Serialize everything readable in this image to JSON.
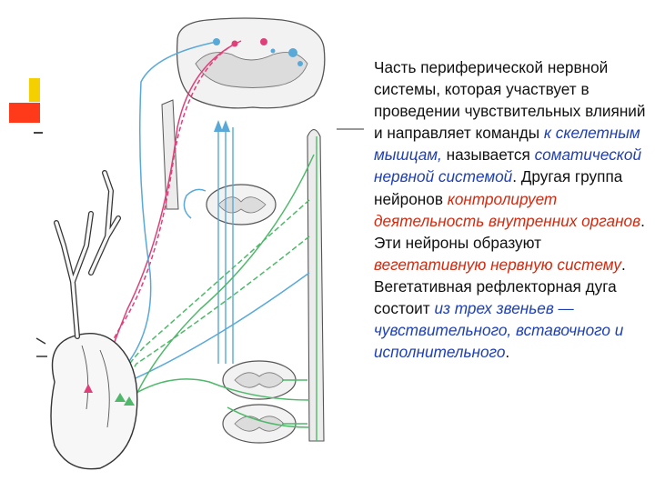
{
  "colors": {
    "blue_emphasis": "#1e3fb4",
    "red_emphasis": "#d02a10",
    "text_default": "#111111",
    "deco_yellow": "#f5d000",
    "deco_red": "#ff3a1a",
    "nerve_blue": "#59a9d8",
    "nerve_green": "#4fb86a",
    "nerve_pink": "#e0407a"
  },
  "illustration": {
    "subject": "anatomical diagram of somatic and autonomic reflex pathways"
  },
  "text": {
    "segments": [
      {
        "text": "Часть периферической нервной системы, которая участвует в проведении чувствительных влияний и направляет команды ",
        "style": "normal",
        "color": "default"
      },
      {
        "text": "к скелетным мышцам,",
        "style": "italic",
        "color": "blue"
      },
      {
        "text": " называется ",
        "style": "normal",
        "color": "default"
      },
      {
        "text": "соматической нервной системой",
        "style": "italic",
        "color": "blue"
      },
      {
        "text": ". Другая группа нейронов ",
        "style": "normal",
        "color": "default"
      },
      {
        "text": "контролирует деятельность внутренних органов",
        "style": "italic",
        "color": "red"
      },
      {
        "text": ". Эти нейроны образуют ",
        "style": "normal",
        "color": "default"
      },
      {
        "text": "вегетативную нервную систему",
        "style": "italic",
        "color": "red"
      },
      {
        "text": ". Вегетативная рефлекторная дуга состоит ",
        "style": "normal",
        "color": "default"
      },
      {
        "text": "из трех звеньев — чувствительного, вставочного и исполнительного",
        "style": "italic",
        "color": "blue"
      },
      {
        "text": ".",
        "style": "normal",
        "color": "default"
      }
    ]
  }
}
